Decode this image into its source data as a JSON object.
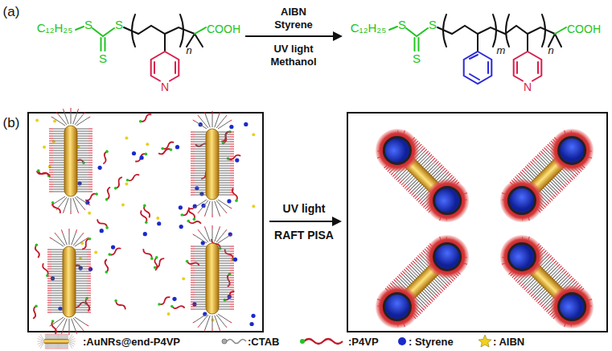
{
  "diagram": {
    "labels": [
      "(a)",
      "C₁₂H₂₅",
      "S",
      "S",
      "S",
      "n",
      "N",
      "COOH",
      "AIBN",
      "Styrene",
      "UV light",
      "Methanol",
      "C₁₂H₂₅",
      "S",
      "S",
      "S",
      "m",
      "n",
      "N",
      "COOH",
      "(b)",
      "UV light",
      "RAFT PISA"
    ],
    "legend": [
      {
        "text": ":AuNRs@end-P4VP"
      },
      {
        "text": ":CTAB"
      },
      {
        "text": ":P4VP"
      },
      {
        "text": ": Styrene"
      },
      {
        "text": ": AIBN"
      }
    ]
  }
}
